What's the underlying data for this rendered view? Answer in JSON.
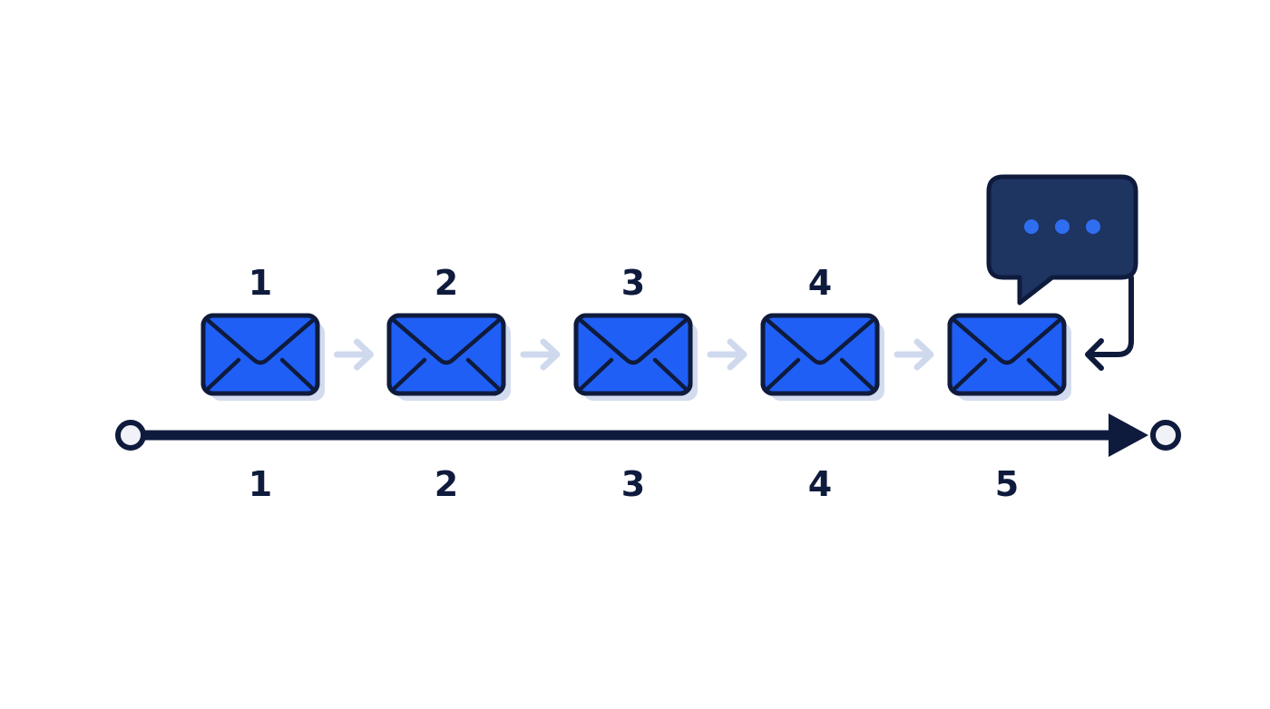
{
  "colors": {
    "ink": "#0f1b3d",
    "envelope_blue": "#1f5ff5",
    "envelope_shadow": "#d3dcef",
    "arrow_light": "#cfd9ee",
    "bubble_fill": "#1e3461",
    "bubble_dots": "#2f6ef0",
    "background": "#ffffff"
  },
  "top_labels": [
    "1",
    "2",
    "3",
    "4"
  ],
  "bottom_labels": [
    "1",
    "2",
    "3",
    "4",
    "5"
  ],
  "envelopes": [
    {
      "icon": "envelope-icon"
    },
    {
      "icon": "envelope-icon"
    },
    {
      "icon": "envelope-icon"
    },
    {
      "icon": "envelope-icon"
    },
    {
      "icon": "envelope-icon"
    }
  ],
  "flow_arrows": [
    {
      "icon": "arrow-right-icon"
    },
    {
      "icon": "arrow-right-icon"
    },
    {
      "icon": "arrow-right-icon"
    },
    {
      "icon": "arrow-right-icon"
    }
  ],
  "reply_bubble": {
    "icon": "chat-bubble-icon",
    "dots": 3
  },
  "timeline": {
    "start_icon": "timeline-start-icon",
    "end_icon": "timeline-end-icon"
  }
}
